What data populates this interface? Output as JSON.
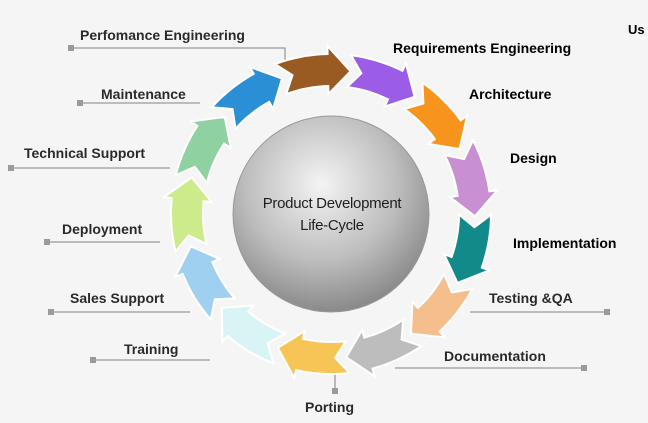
{
  "center": {
    "line1": "Product Development",
    "line2": "Life-Cycle"
  },
  "corner_text": "Us",
  "stages": [
    {
      "label": "Requirements Engineering",
      "color": "#9b5de5"
    },
    {
      "label": "Architecture",
      "color": "#f7941d"
    },
    {
      "label": "Design",
      "color": "#c98fd3"
    },
    {
      "label": "Implementation",
      "color": "#138a8a"
    },
    {
      "label": "Testing &QA",
      "color": "#f4bf8c"
    },
    {
      "label": "Documentation",
      "color": "#bdbdbd"
    },
    {
      "label": "Porting",
      "color": "#f6c555"
    },
    {
      "label": "Training",
      "color": "#d8f4f4"
    },
    {
      "label": "Sales Support",
      "color": "#9fd0f0"
    },
    {
      "label": "Deployment",
      "color": "#cdeb8b"
    },
    {
      "label": "Technical Support",
      "color": "#8fd1a0"
    },
    {
      "label": "Maintenance",
      "color": "#2b8fd6"
    },
    {
      "label": "Perfomance Engineering",
      "color": "#9a5b22"
    }
  ]
}
